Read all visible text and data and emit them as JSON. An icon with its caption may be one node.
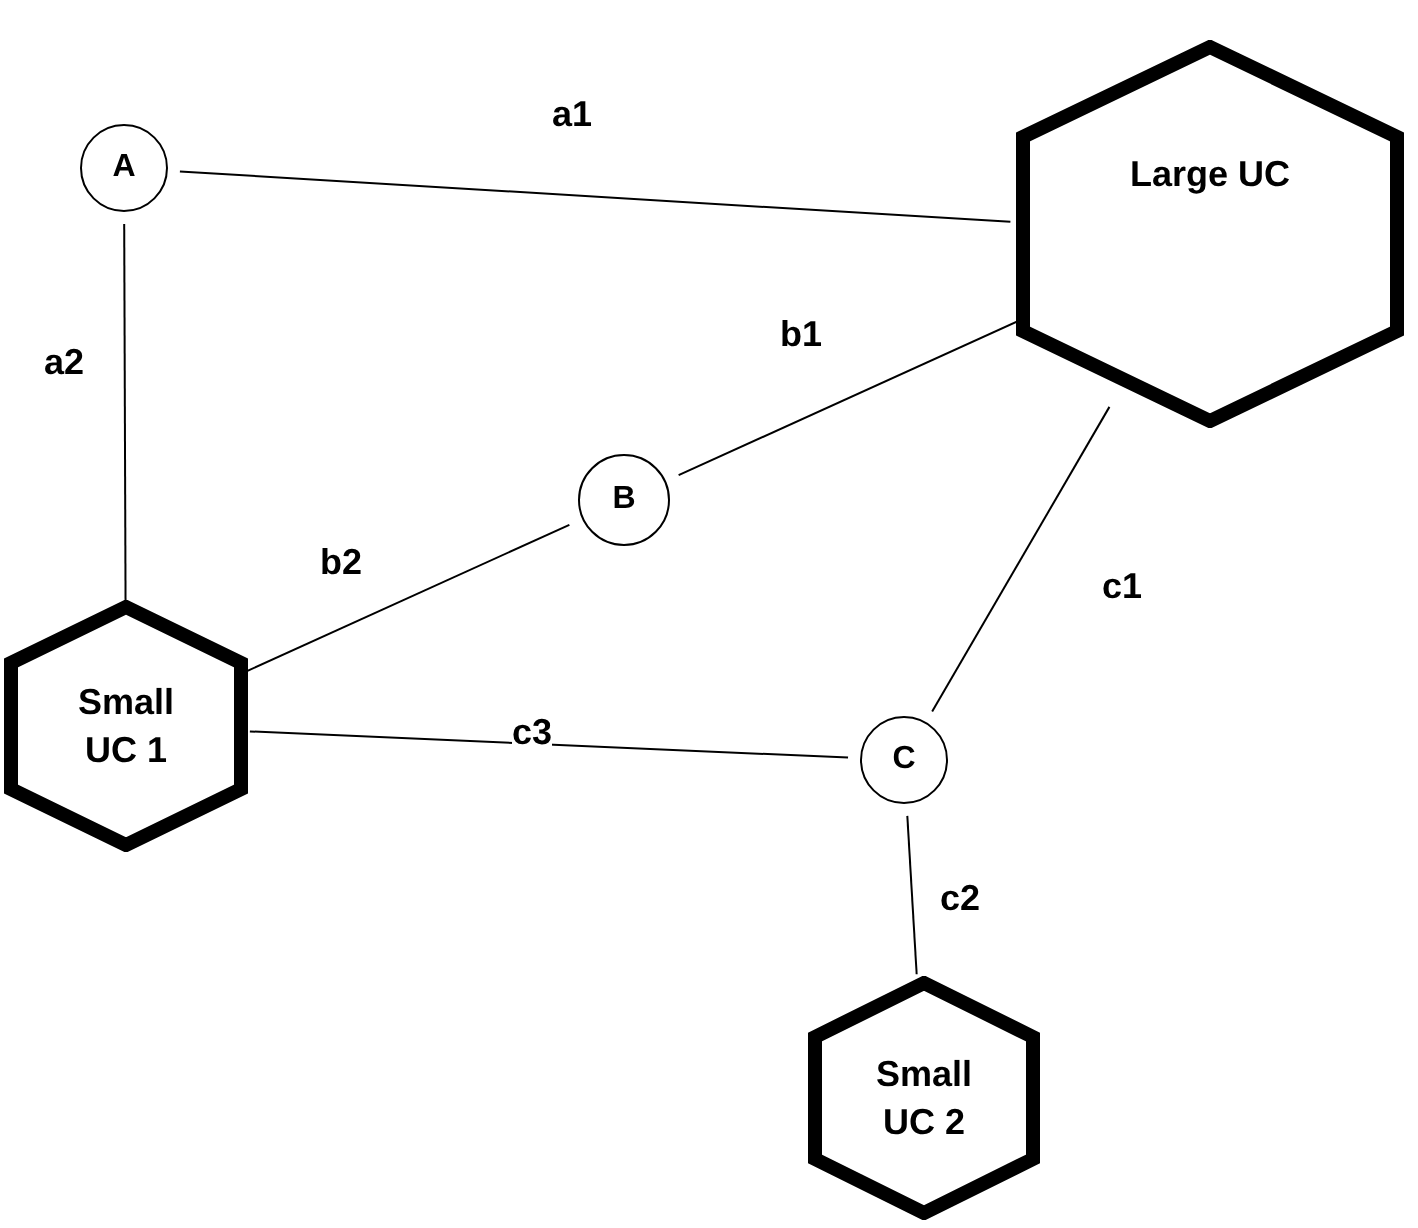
{
  "diagram": {
    "nodes": [
      {
        "text": [
          "A"
        ]
      },
      {
        "text": [
          "Large UC"
        ]
      },
      {
        "text": [
          "B"
        ]
      },
      {
        "text": [
          "Small UC 1"
        ]
      },
      {
        "text": [
          "C"
        ]
      },
      {
        "text": [
          "Small UC 2"
        ]
      }
    ],
    "edges": [
      {
        "from": 0,
        "to": 1,
        "arrow": "none",
        "label": "a1"
      },
      {
        "from": 0,
        "to": 3,
        "arrow": "none",
        "label": "a2"
      },
      {
        "from": 2,
        "to": 1,
        "arrow": "none",
        "label": "b1"
      },
      {
        "from": 3,
        "to": 2,
        "arrow": "none",
        "label": "b2"
      },
      {
        "from": 1,
        "to": 4,
        "arrow": "none",
        "label": "c1"
      },
      {
        "from": 3,
        "to": 4,
        "arrow": "none",
        "label": "c3"
      },
      {
        "from": 4,
        "to": 5,
        "arrow": "none",
        "label": "c2"
      }
    ]
  }
}
